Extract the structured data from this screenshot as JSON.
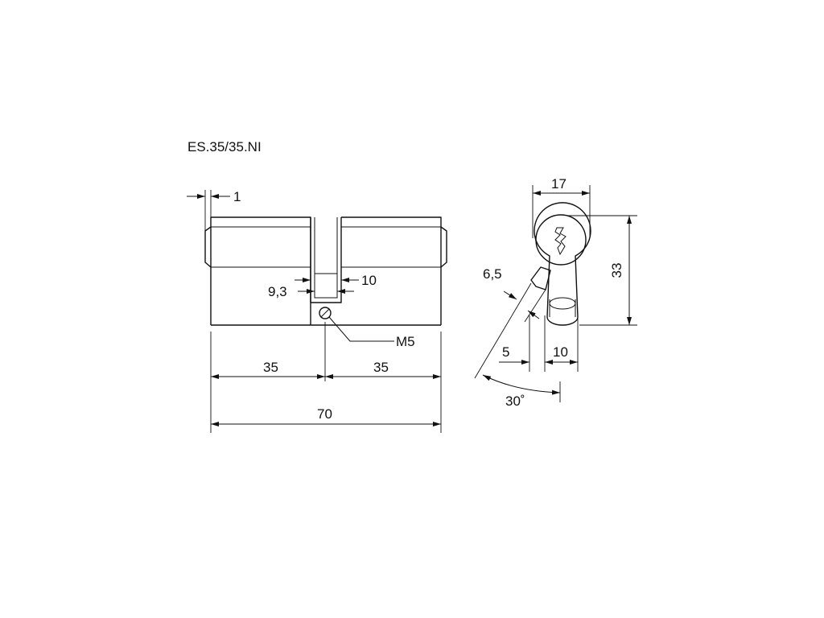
{
  "title": "ES.35/35.NI",
  "dimensions": {
    "offset": "1",
    "cam_width_outer": "10",
    "cam_width_inner": "9,3",
    "screw": "M5",
    "left_half": "35",
    "right_half": "35",
    "total_length": "70",
    "profile_width": "17",
    "profile_height": "33",
    "cam_thickness": "6,5",
    "cam_offset": "5",
    "lower_width": "10",
    "cam_angle": "30˚"
  }
}
